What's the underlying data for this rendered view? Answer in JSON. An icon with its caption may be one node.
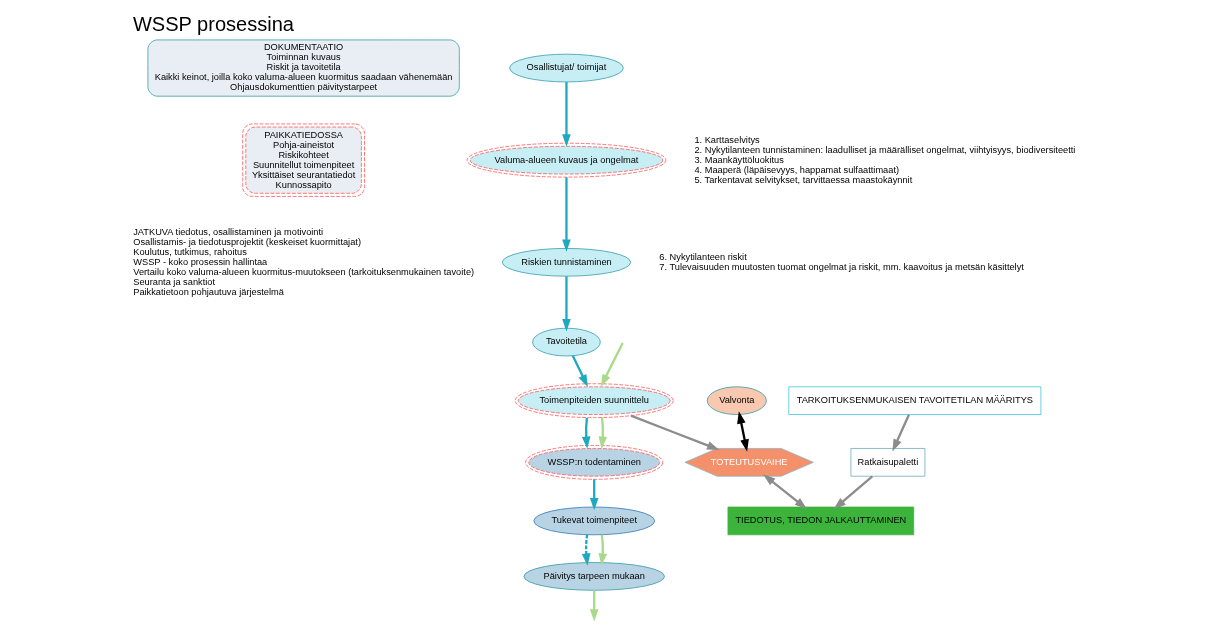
{
  "diagram": {
    "title": "WSSP prosessina",
    "nodes": [
      {
        "text": [
          "DOKUMENTAATIO",
          "Toiminnan kuvaus",
          "Riskit ja tavoitetila",
          "Kaikki keinot, joilla koko valuma-alueen kuormitus saadaan vähenemään",
          "Ohjausdokumenttien päivitystarpeet"
        ]
      },
      {
        "text": [
          "PAIKKATIEDOSSA",
          "Pohja-aineistot",
          "Riskikohteet",
          "Suunnitellut toimenpiteet",
          "Yksittäiset seurantatiedot",
          "Kunnossapito"
        ]
      },
      {
        "text": [
          "Osallistujat/ toimijat"
        ]
      },
      {
        "text": [
          "Valuma-alueen kuvaus ja ongelmat"
        ],
        "beside": [
          "1. Karttaselvitys",
          "2. Nykytilanteen tunnistaminen: laadulliset ja määrälliset ongelmat, viihtyisyys, biodiversiteetti",
          "3. Maankäyttöluokitus",
          "4. Maaperä (läpäisevyys, happamat sulfaattimaat)",
          "5. Tarkentavat selvitykset, tarvittaessa maastokäynnit"
        ]
      },
      {
        "text": [
          "Riskien tunnistaminen"
        ],
        "beside": [
          "6. Nykytilanteen riskit",
          "7. Tulevaisuuden muutosten tuomat ongelmat ja riskit, mm. kaavoitus ja metsän käsittelyt"
        ]
      },
      {
        "text": [
          "Tavoitetila"
        ]
      },
      {
        "text": [
          "Toimenpiteiden suunnittelu"
        ]
      },
      {
        "text": [
          "WSSP:n todentaminen"
        ]
      },
      {
        "text": [
          "Tukevat toimenpiteet"
        ]
      },
      {
        "text": [
          "Päivitys tarpeen mukaan"
        ]
      },
      {
        "text": [
          "Valvonta"
        ]
      },
      {
        "text": [
          "TOTEUTUSVAIHE"
        ]
      },
      {
        "text": [
          "TIEDOTUS, TIEDON JALKAUTTAMINEN"
        ]
      },
      {
        "text": [
          "TARKOITUKSENMUKAISEN TAVOITETILAN MÄÄRITYS"
        ]
      },
      {
        "text": [
          "Ratkaisupaletti"
        ]
      }
    ],
    "edges": [
      {
        "from": 2,
        "to": 3,
        "arrow": "to"
      },
      {
        "from": 3,
        "to": 4,
        "arrow": "to"
      },
      {
        "from": 4,
        "to": 5,
        "arrow": "to"
      },
      {
        "from": 5,
        "to": 6,
        "arrow": "to"
      },
      {
        "from": 6,
        "to": 7,
        "arrow": "to"
      },
      {
        "from": 7,
        "to": 8,
        "arrow": "to"
      },
      {
        "from": 8,
        "to": 9,
        "arrow": "to",
        "style": "dashed"
      },
      {
        "from": 10,
        "to": 11,
        "arrow": "both",
        "color": "#000000"
      },
      {
        "from": 6,
        "to": 11,
        "arrow": "to",
        "color": "#8c8c8c"
      },
      {
        "from": 11,
        "to": 12,
        "arrow": "both",
        "color": "#8c8c8c"
      },
      {
        "from": 13,
        "to": 14,
        "arrow": "to",
        "color": "#8c8c8c"
      },
      {
        "from": 14,
        "to": 12,
        "arrow": "to",
        "color": "#8c8c8c"
      },
      {
        "from": 9,
        "to": null,
        "arrow": "to",
        "color": "#a9d98a"
      },
      {
        "from": null,
        "to": 6,
        "arrow": "to",
        "color": "#a9d98a"
      },
      {
        "from": 6,
        "to": 7,
        "arrow": "to",
        "color": "#a9d98a"
      },
      {
        "from": 8,
        "to": 9,
        "arrow": "to",
        "color": "#a9d98a"
      }
    ],
    "labels": [
      "JATKUVA tiedotus, osallistaminen ja motivointi",
      "Osallistamis- ja tiedotusprojektit (keskeiset kuormittajat)",
      "Koulutus, tutkimus, rahoitus",
      "WSSP - koko prosessin hallintaa",
      "Vertailu koko valuma-alueen kuormitus-muutokseen (tarkoituksenmukainen tavoite)",
      "Seuranta ja sanktiot",
      "Paikkatietoon pohjautuva järjestelmä"
    ]
  }
}
